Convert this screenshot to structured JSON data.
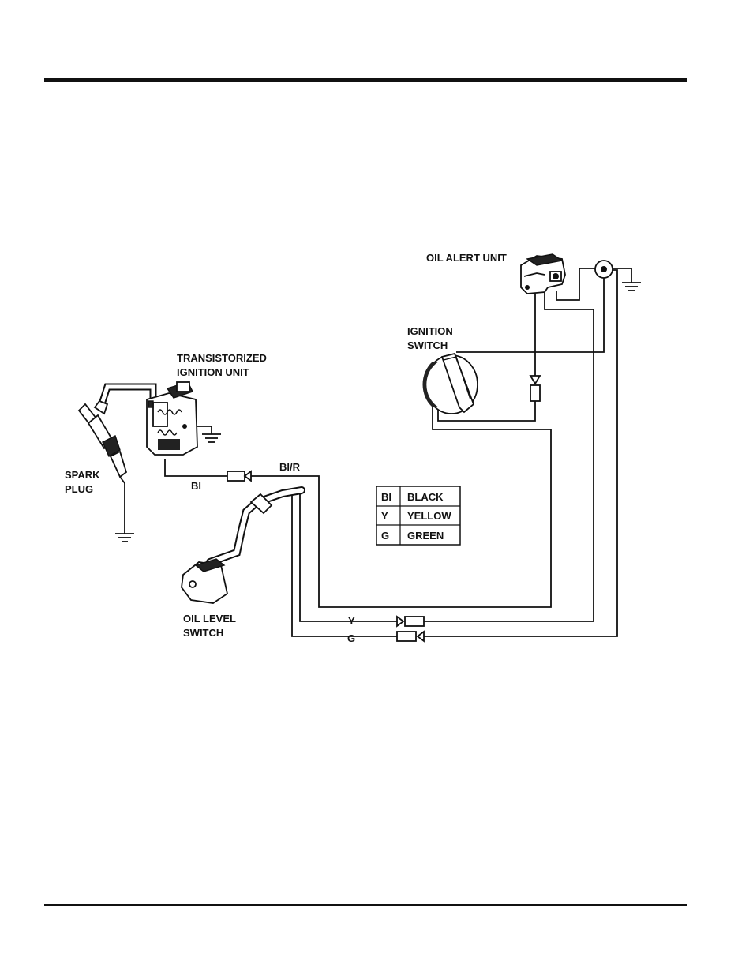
{
  "labels": {
    "oil_alert_unit": "OIL ALERT UNIT",
    "ignition_switch_1": "IGNITION",
    "ignition_switch_2": "SWITCH",
    "transistorized_1": "TRANSISTORIZED",
    "transistorized_2": "IGNITION UNIT",
    "spark_plug_1": "SPARK",
    "spark_plug_2": "PLUG",
    "oil_level_1": "OIL LEVEL",
    "oil_level_2": "SWITCH"
  },
  "wires": {
    "bl": "Bl",
    "bl_r": "Bl/R",
    "y": "Y",
    "g": "G"
  },
  "legend": [
    {
      "code": "Bl",
      "color": "BLACK"
    },
    {
      "code": "Y",
      "color": "YELLOW"
    },
    {
      "code": "G",
      "color": "GREEN"
    }
  ]
}
